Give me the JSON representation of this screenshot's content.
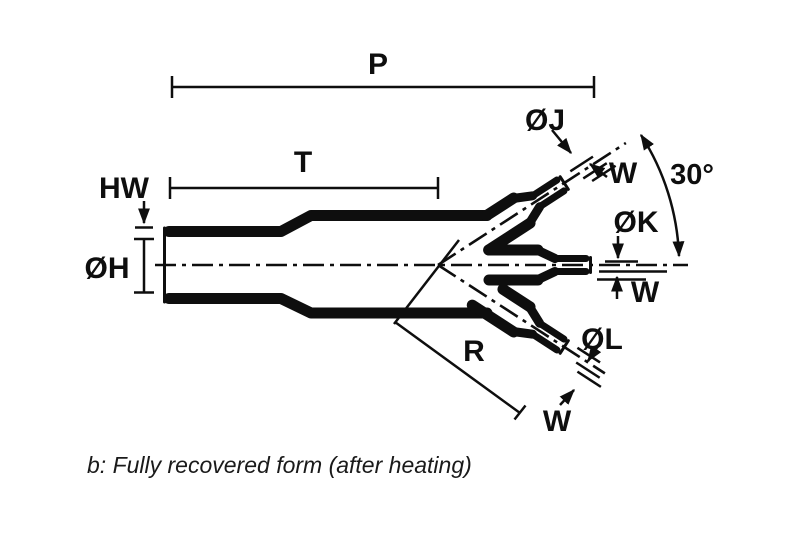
{
  "figure": {
    "caption": "b: Fully recovered form (after heating)",
    "labels": {
      "p": "P",
      "t": "T",
      "hw": "HW",
      "dia_h": "ØH",
      "dia_j": "ØJ",
      "w_upper": "W",
      "angle": "30°",
      "dia_k": "ØK",
      "w_middle": "W",
      "dia_l": "ØL",
      "w_lower": "W",
      "r": "R"
    }
  },
  "colors": {
    "line": "#0e0e0e",
    "background": "#ffffff"
  }
}
